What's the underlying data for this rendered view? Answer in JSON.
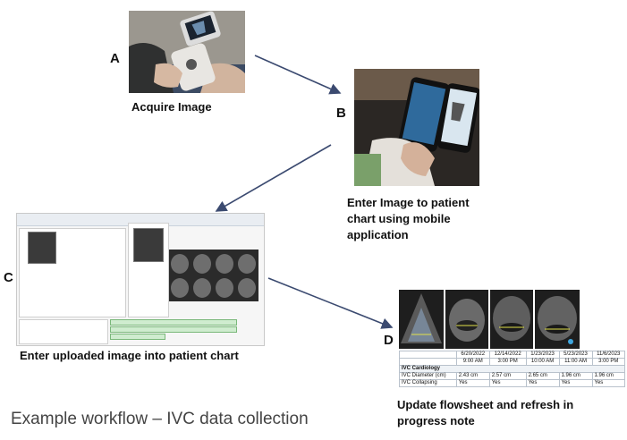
{
  "steps": {
    "a": {
      "letter": "A",
      "caption": "Acquire Image"
    },
    "b": {
      "letter": "B",
      "caption_lines": [
        "Enter Image to patient",
        "chart using mobile",
        "application"
      ]
    },
    "c": {
      "letter": "C",
      "caption": "Enter uploaded image into patient chart"
    },
    "d": {
      "letter": "D",
      "caption_lines": [
        "Update flowsheet and  refresh in",
        "progress note"
      ]
    }
  },
  "footer": "Example workflow – IVC data collection",
  "flowsheet": {
    "dates": [
      "6/20/2022",
      "12/14/2022",
      "1/23/2023",
      "5/23/2023",
      "11/6/2023"
    ],
    "times": [
      "9:00 AM",
      "3:00 PM",
      "10:00 AM",
      "11:00 AM",
      "3:00 PM"
    ],
    "section": "IVC Cardiology",
    "rows": [
      {
        "label": "IVC Diameter (cm)",
        "values": [
          "2.43 cm",
          "2.57 cm",
          "2.65 cm",
          "1.96 cm",
          "1.96 cm"
        ]
      },
      {
        "label": "IVC Collapsing",
        "values": [
          "Yes",
          "Yes",
          "Yes",
          "Yes",
          "Yes"
        ]
      }
    ]
  },
  "colors": {
    "arrow": "#3b4a70",
    "green_table": "#cfeccf"
  },
  "icons": [
    "ultrasound-probe",
    "smartphone",
    "ultrasound-image"
  ]
}
